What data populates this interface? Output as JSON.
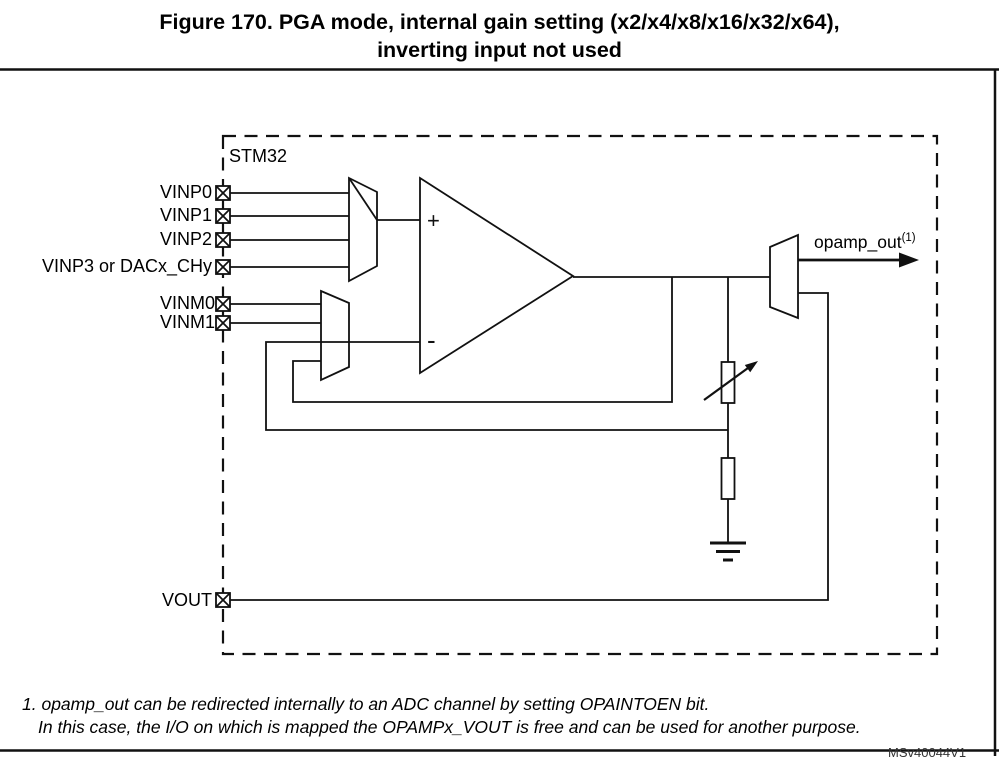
{
  "title": {
    "line1": "Figure 170. PGA mode, internal gain setting (x2/x4/x8/x16/x32/x64),",
    "line2": "inverting input not used"
  },
  "diagram": {
    "chip_label": "STM32",
    "pins": {
      "vinp0": "VINP0",
      "vinp1": "VINP1",
      "vinp2": "VINP2",
      "vinp3": "VINP3 or DACx_CHy",
      "vinm0": "VINM0",
      "vinm1": "VINM1",
      "vout": "VOUT"
    },
    "opamp": {
      "plus_label": "+",
      "minus_label": "-"
    },
    "output": {
      "label": "opamp_out",
      "superscript": "(1)"
    }
  },
  "footnotes": {
    "line1": "1. opamp_out can be redirected internally to an ADC channel by setting OPAINTOEN bit.",
    "line2": "In this case, the I/O on which is mapped the OPAMPx_VOUT is free and can be used for another purpose."
  },
  "watermark": "MSv40044V1",
  "colors": {
    "ink": "#111111",
    "background": "#ffffff"
  }
}
